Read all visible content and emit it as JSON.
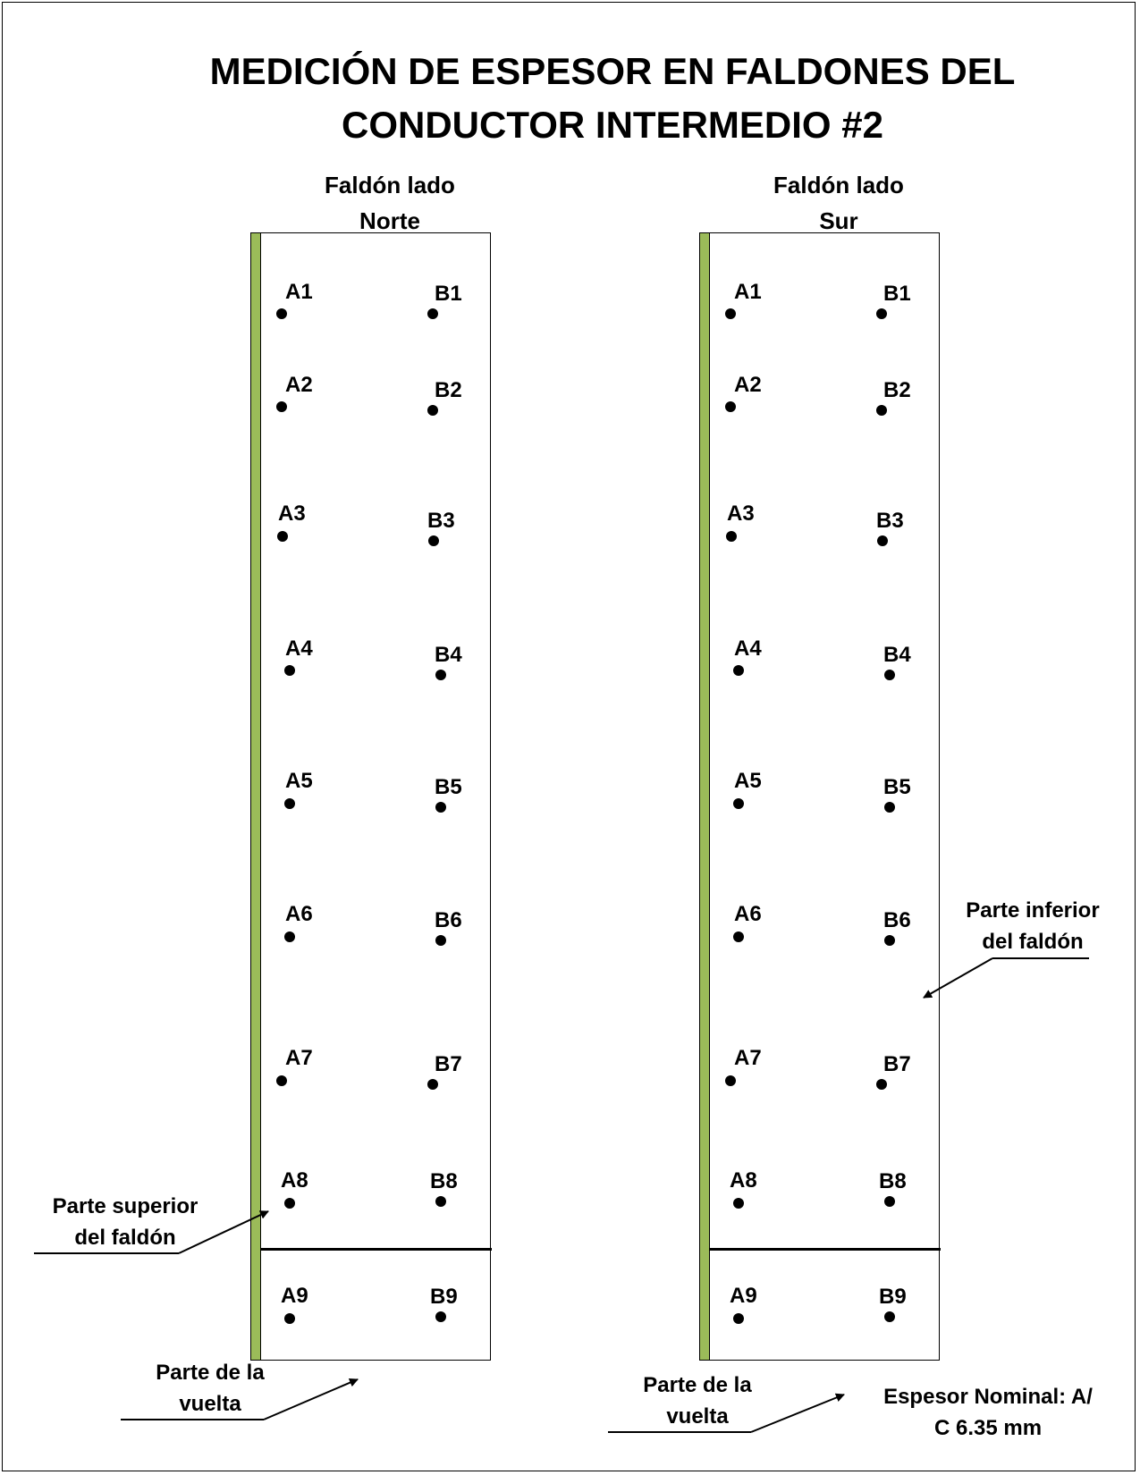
{
  "title_lines": [
    "MEDICIÓN DE ESPESOR EN FALDONES  DEL",
    "CONDUCTOR INTERMEDIO #2"
  ],
  "panels": {
    "north": {
      "heading": [
        "Faldón lado",
        "Norte"
      ]
    },
    "south": {
      "heading": [
        "Faldón lado",
        "Sur"
      ]
    }
  },
  "points": {
    "a": [
      "A1",
      "A2",
      "A3",
      "A4",
      "A5",
      "A6",
      "A7",
      "A8",
      "A9"
    ],
    "b": [
      "B1",
      "B2",
      "B3",
      "B4",
      "B5",
      "B6",
      "B7",
      "B8",
      "B9"
    ]
  },
  "annotations": {
    "top_north": [
      "Parte superior",
      "del faldón"
    ],
    "turn": [
      "Parte de la",
      "vuelta"
    ],
    "bottom_south": [
      "Parte inferior",
      "del faldón"
    ],
    "nominal": [
      "Espesor Nominal: A/",
      "C 6.35 mm"
    ]
  },
  "colors": {
    "edge_strip": "#9bbb59",
    "ink": "#000000"
  }
}
